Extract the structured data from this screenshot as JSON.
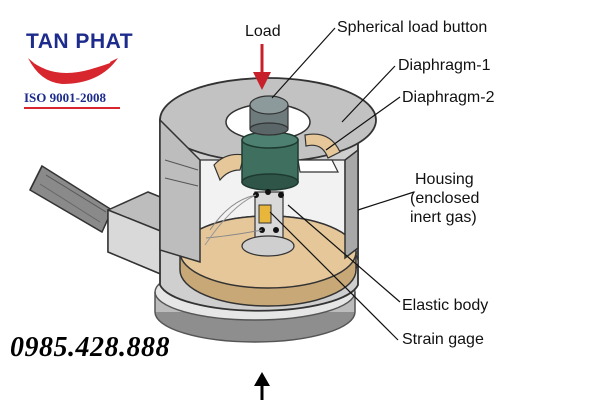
{
  "brand": {
    "name": "TAN PHAT",
    "iso": "ISO 9001-2008",
    "phone": "0985.428.888",
    "colors": {
      "red": "#d8262e",
      "blue": "#1c2b8c"
    }
  },
  "labels": {
    "load": "Load",
    "spherical_load_button": "Spherical load button",
    "diaphragm_1": "Diaphragm-1",
    "diaphragm_2": "Diaphragm-2",
    "housing_line1": "Housing",
    "housing_line2": "(enclosed",
    "housing_line3": "inert gas)",
    "elastic_body": "Elastic body",
    "strain_gage": "Strain gage"
  },
  "colors": {
    "housing": "#c4c4c4",
    "housing_dark": "#9a9a9a",
    "elastic_body": "#e6c79a",
    "load_button": "#7d8a8c",
    "green_body": "#3f6f5f",
    "arrow_red": "#c8202a"
  }
}
